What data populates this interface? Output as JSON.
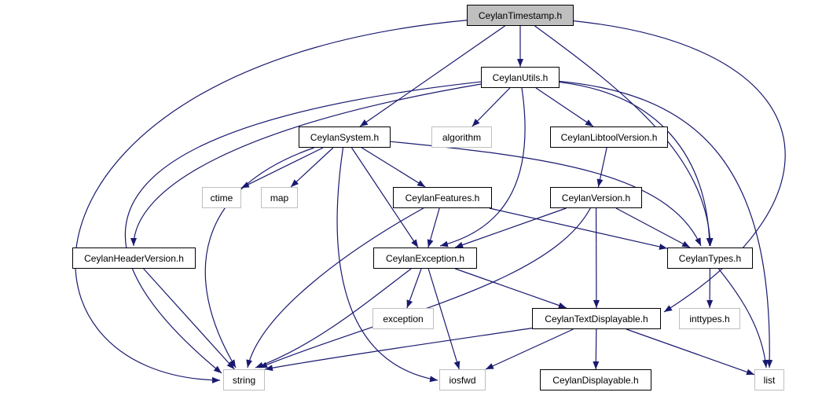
{
  "diagram": {
    "edge_color": "#191970",
    "nodes": [
      {
        "id": "ceylan-timestamp",
        "label": "CeylanTimestamp.h",
        "kind": "root"
      },
      {
        "id": "ceylan-utils",
        "label": "CeylanUtils.h",
        "kind": "project"
      },
      {
        "id": "ceylan-system",
        "label": "CeylanSystem.h",
        "kind": "project"
      },
      {
        "id": "algorithm",
        "label": "algorithm",
        "kind": "system"
      },
      {
        "id": "ceylan-libtool-version",
        "label": "CeylanLibtoolVersion.h",
        "kind": "project"
      },
      {
        "id": "ctime",
        "label": "ctime",
        "kind": "system"
      },
      {
        "id": "map",
        "label": "map",
        "kind": "system"
      },
      {
        "id": "ceylan-features",
        "label": "CeylanFeatures.h",
        "kind": "project"
      },
      {
        "id": "ceylan-version",
        "label": "CeylanVersion.h",
        "kind": "project"
      },
      {
        "id": "ceylan-header-version",
        "label": "CeylanHeaderVersion.h",
        "kind": "project"
      },
      {
        "id": "ceylan-exception",
        "label": "CeylanException.h",
        "kind": "project"
      },
      {
        "id": "ceylan-types",
        "label": "CeylanTypes.h",
        "kind": "project"
      },
      {
        "id": "exception",
        "label": "exception",
        "kind": "system"
      },
      {
        "id": "ceylan-text-displayable",
        "label": "CeylanTextDisplayable.h",
        "kind": "project"
      },
      {
        "id": "inttypes",
        "label": "inttypes.h",
        "kind": "system"
      },
      {
        "id": "string",
        "label": "string",
        "kind": "system"
      },
      {
        "id": "iosfwd",
        "label": "iosfwd",
        "kind": "system"
      },
      {
        "id": "ceylan-displayable",
        "label": "CeylanDisplayable.h",
        "kind": "project"
      },
      {
        "id": "list",
        "label": "list",
        "kind": "system"
      }
    ],
    "edges": [
      {
        "from": "ceylan-timestamp",
        "to": "ceylan-utils"
      },
      {
        "from": "ceylan-timestamp",
        "to": "ceylan-system"
      },
      {
        "from": "ceylan-timestamp",
        "to": "ceylan-types"
      },
      {
        "from": "ceylan-timestamp",
        "to": "ceylan-text-displayable"
      },
      {
        "from": "ceylan-timestamp",
        "to": "string"
      },
      {
        "from": "ceylan-utils",
        "to": "algorithm"
      },
      {
        "from": "ceylan-utils",
        "to": "ceylan-libtool-version"
      },
      {
        "from": "ceylan-utils",
        "to": "ceylan-header-version"
      },
      {
        "from": "ceylan-utils",
        "to": "ceylan-exception"
      },
      {
        "from": "ceylan-utils",
        "to": "ceylan-types"
      },
      {
        "from": "ceylan-utils",
        "to": "string"
      },
      {
        "from": "ceylan-utils",
        "to": "list"
      },
      {
        "from": "ceylan-system",
        "to": "ctime"
      },
      {
        "from": "ceylan-system",
        "to": "map"
      },
      {
        "from": "ceylan-system",
        "to": "ceylan-features"
      },
      {
        "from": "ceylan-system",
        "to": "ceylan-exception"
      },
      {
        "from": "ceylan-system",
        "to": "ceylan-types"
      },
      {
        "from": "ceylan-system",
        "to": "string"
      },
      {
        "from": "ceylan-system",
        "to": "iosfwd"
      },
      {
        "from": "ceylan-libtool-version",
        "to": "ceylan-version"
      },
      {
        "from": "ceylan-features",
        "to": "ceylan-exception"
      },
      {
        "from": "ceylan-features",
        "to": "ceylan-types"
      },
      {
        "from": "ceylan-features",
        "to": "string"
      },
      {
        "from": "ceylan-version",
        "to": "ceylan-exception"
      },
      {
        "from": "ceylan-version",
        "to": "ceylan-types"
      },
      {
        "from": "ceylan-version",
        "to": "ceylan-text-displayable"
      },
      {
        "from": "ceylan-version",
        "to": "string"
      },
      {
        "from": "ceylan-header-version",
        "to": "string"
      },
      {
        "from": "ceylan-exception",
        "to": "exception"
      },
      {
        "from": "ceylan-exception",
        "to": "iosfwd"
      },
      {
        "from": "ceylan-exception",
        "to": "ceylan-text-displayable"
      },
      {
        "from": "ceylan-exception",
        "to": "string"
      },
      {
        "from": "ceylan-types",
        "to": "inttypes"
      },
      {
        "from": "ceylan-types",
        "to": "list"
      },
      {
        "from": "ceylan-text-displayable",
        "to": "string"
      },
      {
        "from": "ceylan-text-displayable",
        "to": "iosfwd"
      },
      {
        "from": "ceylan-text-displayable",
        "to": "ceylan-displayable"
      },
      {
        "from": "ceylan-text-displayable",
        "to": "list"
      }
    ]
  }
}
